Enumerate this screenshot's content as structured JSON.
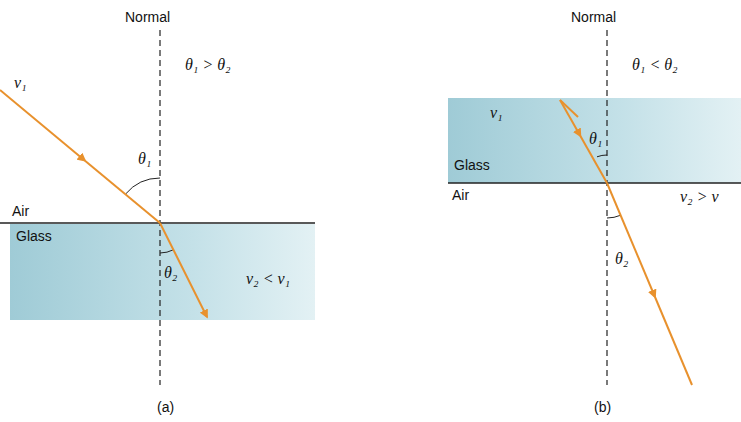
{
  "diagram": {
    "nodes": [
      {
        "text": [
          "Glass"
        ]
      },
      {
        "text": [
          "Glass"
        ]
      }
    ],
    "labels": [
      "Normal",
      "θ₁ > θ₂",
      "v₁",
      "θ₁",
      "Air",
      "θ₂",
      "v₂ < v₁",
      "(a)",
      "Normal",
      "θ₁ < θ₂",
      "v₁",
      "θ₁",
      "Air",
      "v₂ > v",
      "θ₂",
      "(b)"
    ]
  }
}
